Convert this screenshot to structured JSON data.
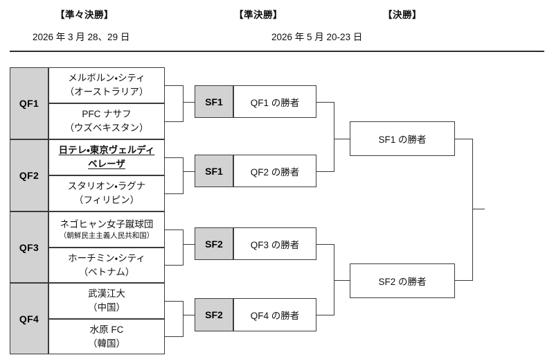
{
  "header": {
    "rounds": [
      {
        "title": "【準々決勝】",
        "date": "2026 年 3 月 28、29 日"
      },
      {
        "title": "【準決勝】",
        "date": "2026 年 5 月 20-23 日"
      },
      {
        "title": "【決勝】",
        "date": ""
      }
    ]
  },
  "quarterfinals": [
    {
      "label": "QF1",
      "teams": [
        {
          "name": "メルボルン・シティ",
          "country": "（オーストラリア）",
          "highlight": false,
          "small_country": false
        },
        {
          "name": "PFC ナサフ",
          "country": "（ウズベキスタン）",
          "highlight": false,
          "small_country": false
        }
      ]
    },
    {
      "label": "QF2",
      "teams": [
        {
          "name": "日テレ・東京ヴェルディ",
          "country": "ベレーザ",
          "highlight": true,
          "small_country": false
        },
        {
          "name": "スタリオン・ラグナ",
          "country": "（フィリピン）",
          "highlight": false,
          "small_country": false
        }
      ]
    },
    {
      "label": "QF3",
      "teams": [
        {
          "name": "ネゴヒャン女子蹴球団",
          "country": "（朝鮮民主主義人民共和国）",
          "highlight": false,
          "small_country": true
        },
        {
          "name": "ホーチミン・シティ",
          "country": "（ベトナム）",
          "highlight": false,
          "small_country": false
        }
      ]
    },
    {
      "label": "QF4",
      "teams": [
        {
          "name": "武漢江大",
          "country": "（中国）",
          "highlight": false,
          "small_country": false
        },
        {
          "name": "水原 FC",
          "country": "（韓国）",
          "highlight": false,
          "small_country": false
        }
      ]
    }
  ],
  "semifinals": [
    {
      "label": "SF1",
      "text": "QF1 の勝者"
    },
    {
      "label": "SF1",
      "text": "QF2 の勝者"
    },
    {
      "label": "SF2",
      "text": "QF3 の勝者"
    },
    {
      "label": "SF2",
      "text": "QF4 の勝者"
    }
  ],
  "final_stage": [
    {
      "text": "SF1 の勝者"
    },
    {
      "text": "SF2 の勝者"
    }
  ],
  "colors": {
    "box_gray": "#d2d2d2",
    "line": "#3a3a3a",
    "text": "#111111"
  }
}
